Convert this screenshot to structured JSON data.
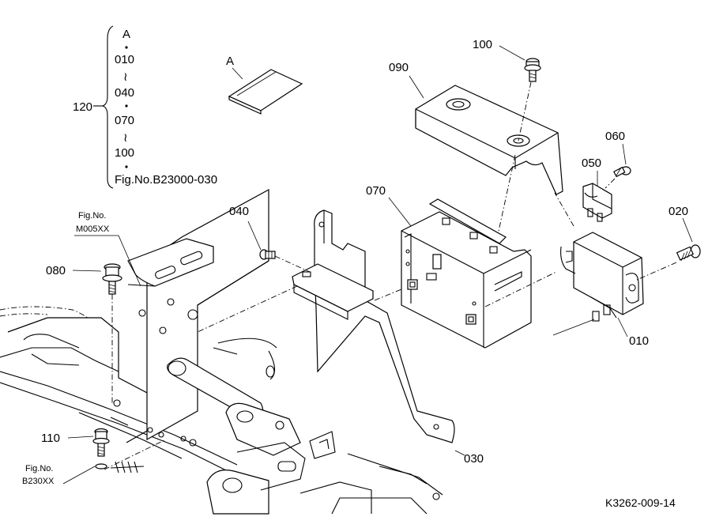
{
  "legend": {
    "bracket_label": "120",
    "items": [
      "A",
      "010",
      "040",
      "070",
      "100"
    ],
    "figure_ref": "Fig.No.B23000-030"
  },
  "callouts": {
    "inset_A": "A",
    "p100": "100",
    "p090": "090",
    "p060": "060",
    "p050": "050",
    "p070": "070",
    "p040": "040",
    "p020": "020",
    "p080": "080",
    "p010": "010",
    "p110": "110",
    "p030": "030"
  },
  "figure_refs": {
    "m005_line1": "Fig.No.",
    "m005_line2": "M005XX",
    "b230_line1": "Fig.No.",
    "b230_line2": "B230XX"
  },
  "drawing_id": "K3262-009-14"
}
